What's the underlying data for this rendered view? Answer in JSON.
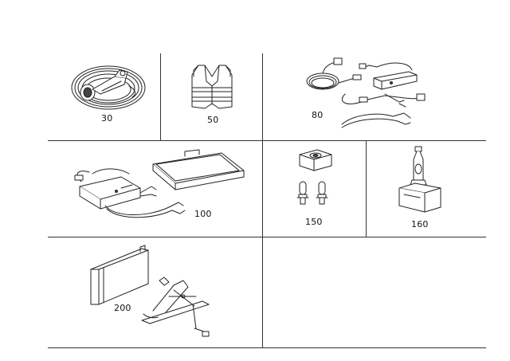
{
  "parts": [
    {
      "id": "cable-roll",
      "label": "30"
    },
    {
      "id": "safety-vest",
      "label": "50"
    },
    {
      "id": "charger-cable-set",
      "label": "80"
    },
    {
      "id": "charger-case-set",
      "label": "100"
    },
    {
      "id": "bulb-set",
      "label": "150"
    },
    {
      "id": "xenon-bulb",
      "label": "160"
    },
    {
      "id": "wedge-and-jack",
      "label": "200"
    }
  ]
}
